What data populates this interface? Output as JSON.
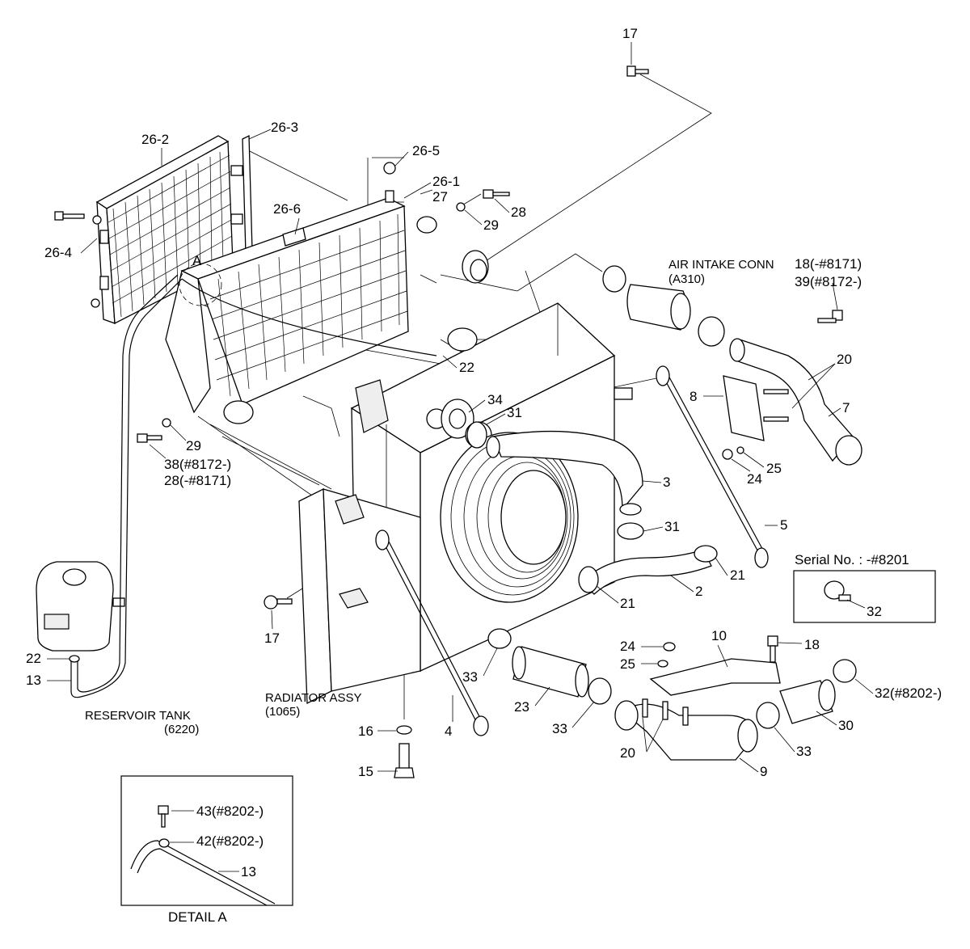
{
  "callouts": {
    "c17_top": "17",
    "c26_2": "26-2",
    "c26_3": "26-3",
    "c26_5": "26-5",
    "c26_1": "26-1",
    "c27": "27",
    "c26_6": "26-6",
    "c28_top": "28",
    "c29_top": "29",
    "c26_4": "26-4",
    "cA": "A",
    "c18_8171": "18(-#8171)",
    "c39_8172": "39(#8172-)",
    "c20_right": "20",
    "c8": "8",
    "c7": "7",
    "c22_mid": "22",
    "c34": "34",
    "c31_top": "31",
    "c3": "3",
    "c25_right": "25",
    "c24_right": "24",
    "c29_left": "29",
    "c38_8172": "38(#8172-)",
    "c28_8171": "28(-#8171)",
    "c5": "5",
    "c31_mid": "31",
    "c21_right": "21",
    "c2": "2",
    "c21_left": "21",
    "c17_left": "17",
    "c32": "32",
    "c22_left": "22",
    "c13_left": "13",
    "c24_bottom": "24",
    "c25_bottom": "25",
    "c10": "10",
    "c18_bottom": "18",
    "c32_8202": "32(#8202-)",
    "c33_a": "33",
    "c23": "23",
    "c33_b": "33",
    "c30": "30",
    "c33_c": "33",
    "c16": "16",
    "c4": "4",
    "c20_bottom": "20",
    "c9": "9",
    "c15": "15",
    "c43": "43(#8202-)",
    "c42": "42(#8202-)",
    "c13_detail": "13"
  },
  "labels": {
    "air_intake_line1": "AIR INTAKE CONN",
    "air_intake_line2": "(A310)",
    "radiator_line1": "RADIATOR ASSY",
    "radiator_line2": "(1065)",
    "reservoir_line1": "RESERVOIR TANK",
    "reservoir_line2": "(6220)",
    "serial_title": "Serial No. : -#8201",
    "detail_title": "DETAIL A"
  }
}
